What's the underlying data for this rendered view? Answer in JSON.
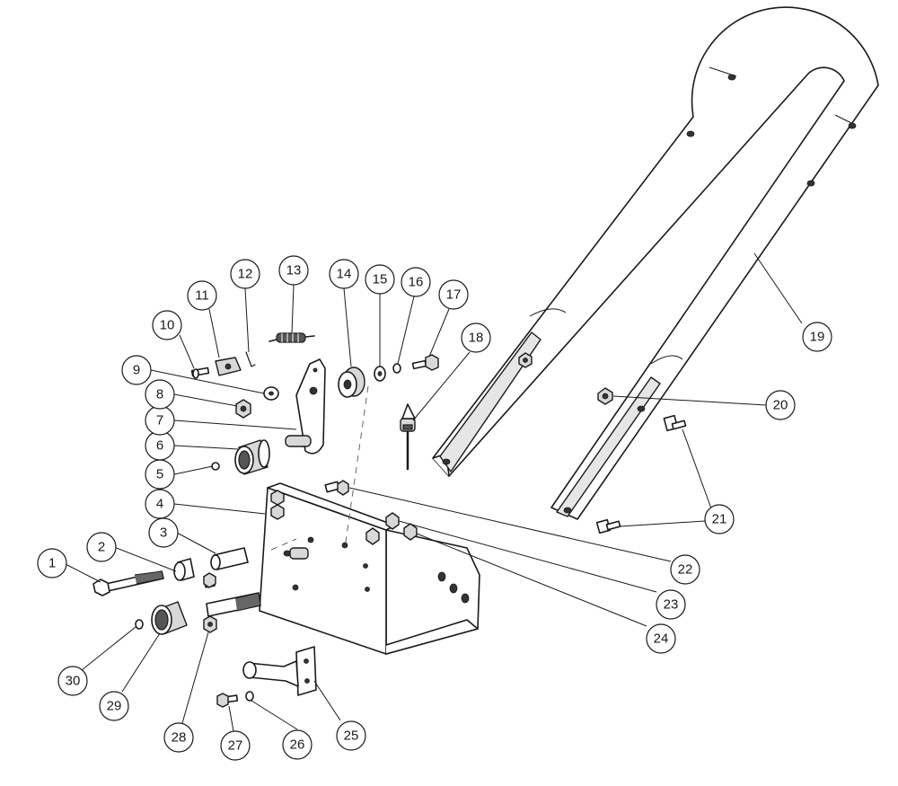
{
  "callouts": [
    {
      "id": "1",
      "label": "1"
    },
    {
      "id": "2",
      "label": "2"
    },
    {
      "id": "3",
      "label": "3"
    },
    {
      "id": "4",
      "label": "4"
    },
    {
      "id": "5",
      "label": "5"
    },
    {
      "id": "6",
      "label": "6"
    },
    {
      "id": "7",
      "label": "7"
    },
    {
      "id": "8",
      "label": "8"
    },
    {
      "id": "9",
      "label": "9"
    },
    {
      "id": "10",
      "label": "10"
    },
    {
      "id": "11",
      "label": "11"
    },
    {
      "id": "12",
      "label": "12"
    },
    {
      "id": "13",
      "label": "13"
    },
    {
      "id": "14",
      "label": "14"
    },
    {
      "id": "15",
      "label": "15"
    },
    {
      "id": "16",
      "label": "16"
    },
    {
      "id": "17",
      "label": "17"
    },
    {
      "id": "18",
      "label": "18"
    },
    {
      "id": "19",
      "label": "19"
    },
    {
      "id": "20",
      "label": "20"
    },
    {
      "id": "21",
      "label": "21"
    },
    {
      "id": "22",
      "label": "22"
    },
    {
      "id": "23",
      "label": "23"
    },
    {
      "id": "24",
      "label": "24"
    },
    {
      "id": "25",
      "label": "25"
    },
    {
      "id": "26",
      "label": "26"
    },
    {
      "id": "27",
      "label": "27"
    },
    {
      "id": "28",
      "label": "28"
    },
    {
      "id": "29",
      "label": "29"
    },
    {
      "id": "30",
      "label": "30"
    }
  ]
}
